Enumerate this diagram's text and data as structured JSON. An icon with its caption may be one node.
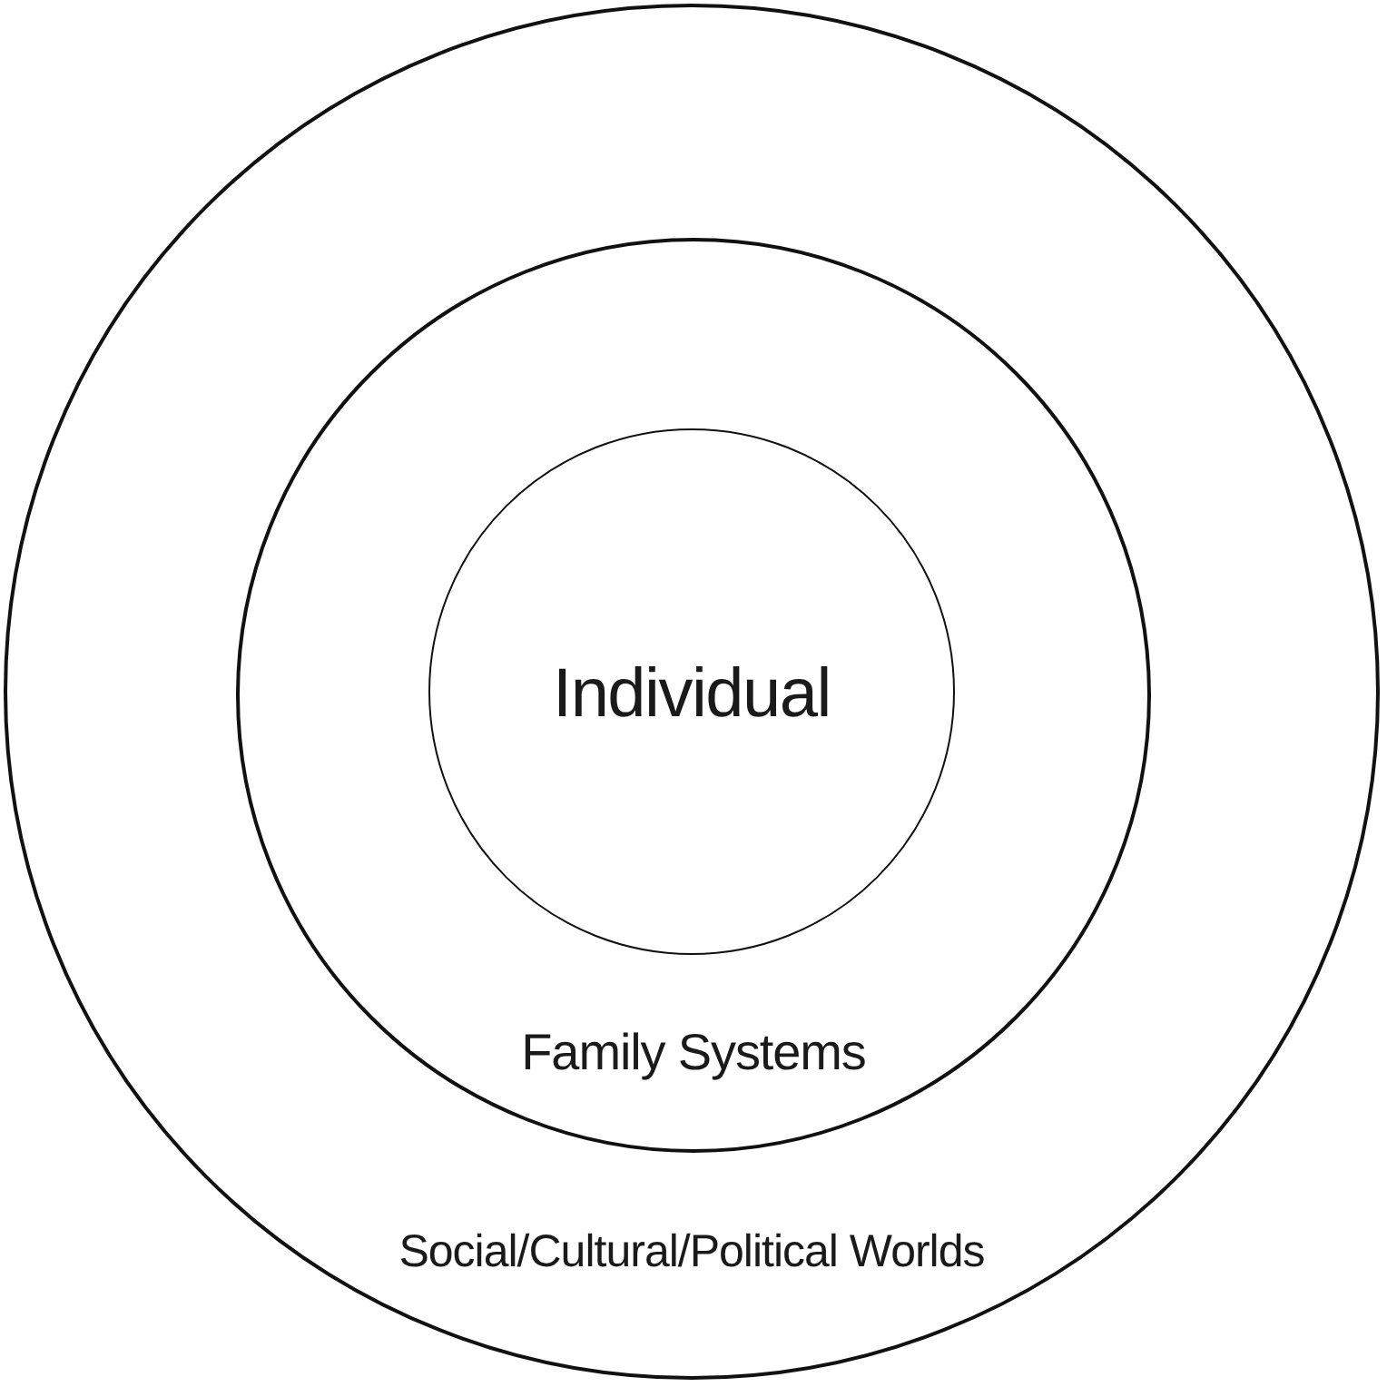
{
  "diagram": {
    "nodes": [
      {
        "text": [
          "Social/Cultural/Political Worlds"
        ]
      },
      {
        "text": [
          "Family Systems"
        ],
        "in": 0
      },
      {
        "text": [
          "Individual"
        ],
        "in": 1
      }
    ]
  }
}
